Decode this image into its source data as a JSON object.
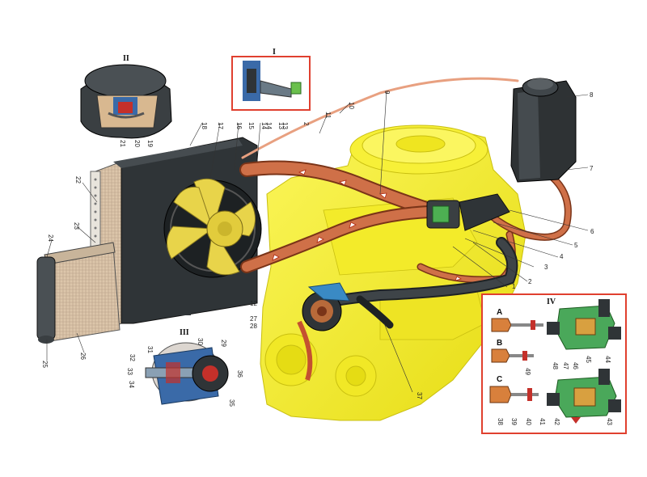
{
  "colors": {
    "engine": "#f4ee1e",
    "engine_shadow": "#d8d010",
    "hose": "#c8643a",
    "hose_dark": "#8a3a1e",
    "radiator_frame": "#2f3437",
    "radiator_core": "#d8c2a8",
    "fan_blade": "#e8d44a",
    "inset_border": "#e0402f",
    "tank": "#2e3234",
    "pipe_grey": "#3a3f42"
  },
  "insets": {
    "i": "I",
    "ii": "II",
    "iii": "III",
    "iv": "IV",
    "variant_a": "A",
    "variant_b": "B",
    "variant_c": "C"
  },
  "callouts": {
    "n1": "1",
    "n2": "2",
    "n3": "3",
    "n4": "4",
    "n5": "5",
    "n6": "6",
    "n7": "7",
    "n8": "8",
    "n9": "9",
    "n10": "10",
    "n11": "11",
    "n12": "12",
    "n13": "13",
    "n14": "14",
    "n15": "15",
    "n16": "16",
    "n17": "17",
    "n18": "18",
    "n19": "19",
    "n20": "20",
    "n21": "21",
    "n22": "22",
    "n23": "23",
    "n24": "24",
    "n25": "25",
    "n26": "26",
    "n27": "27",
    "n28": "28",
    "n29": "29",
    "n30": "30",
    "n31": "31",
    "n32": "32",
    "n33": "33",
    "n34": "34",
    "n35": "35",
    "n36": "36",
    "n37": "37",
    "n38": "38",
    "n39": "39",
    "n40": "40",
    "n41": "41",
    "n42": "42",
    "n43": "43",
    "n44": "44",
    "n45": "45",
    "n46": "46",
    "n47": "47",
    "n48": "48",
    "n49": "49",
    "i_2": "2",
    "i_13": "13",
    "i_14": "14"
  }
}
